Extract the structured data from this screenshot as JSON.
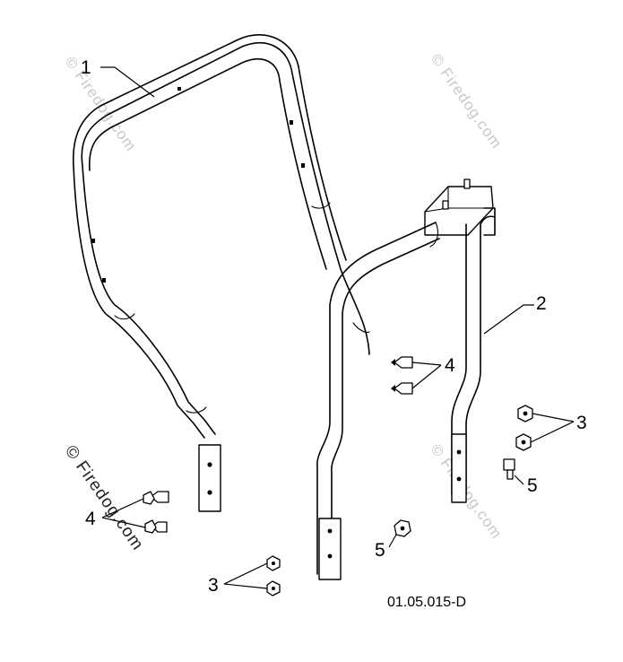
{
  "watermarks": [
    {
      "text": "© Firedog.com",
      "style": "light"
    },
    {
      "text": "© Firedog.com",
      "style": "light"
    },
    {
      "text": "© Firedog.com",
      "style": "light"
    },
    {
      "text": "© Firedog.com",
      "style": "dark"
    }
  ],
  "callouts": {
    "part1": "1",
    "part2": "2",
    "fastener4_upper": "4",
    "fastener3_right": "3",
    "fastener5_right": "5",
    "fastener4_left": "4",
    "fastener3_bottom": "3",
    "fastener5_bottom": "5"
  },
  "drawing_code": "01.05.015-D"
}
